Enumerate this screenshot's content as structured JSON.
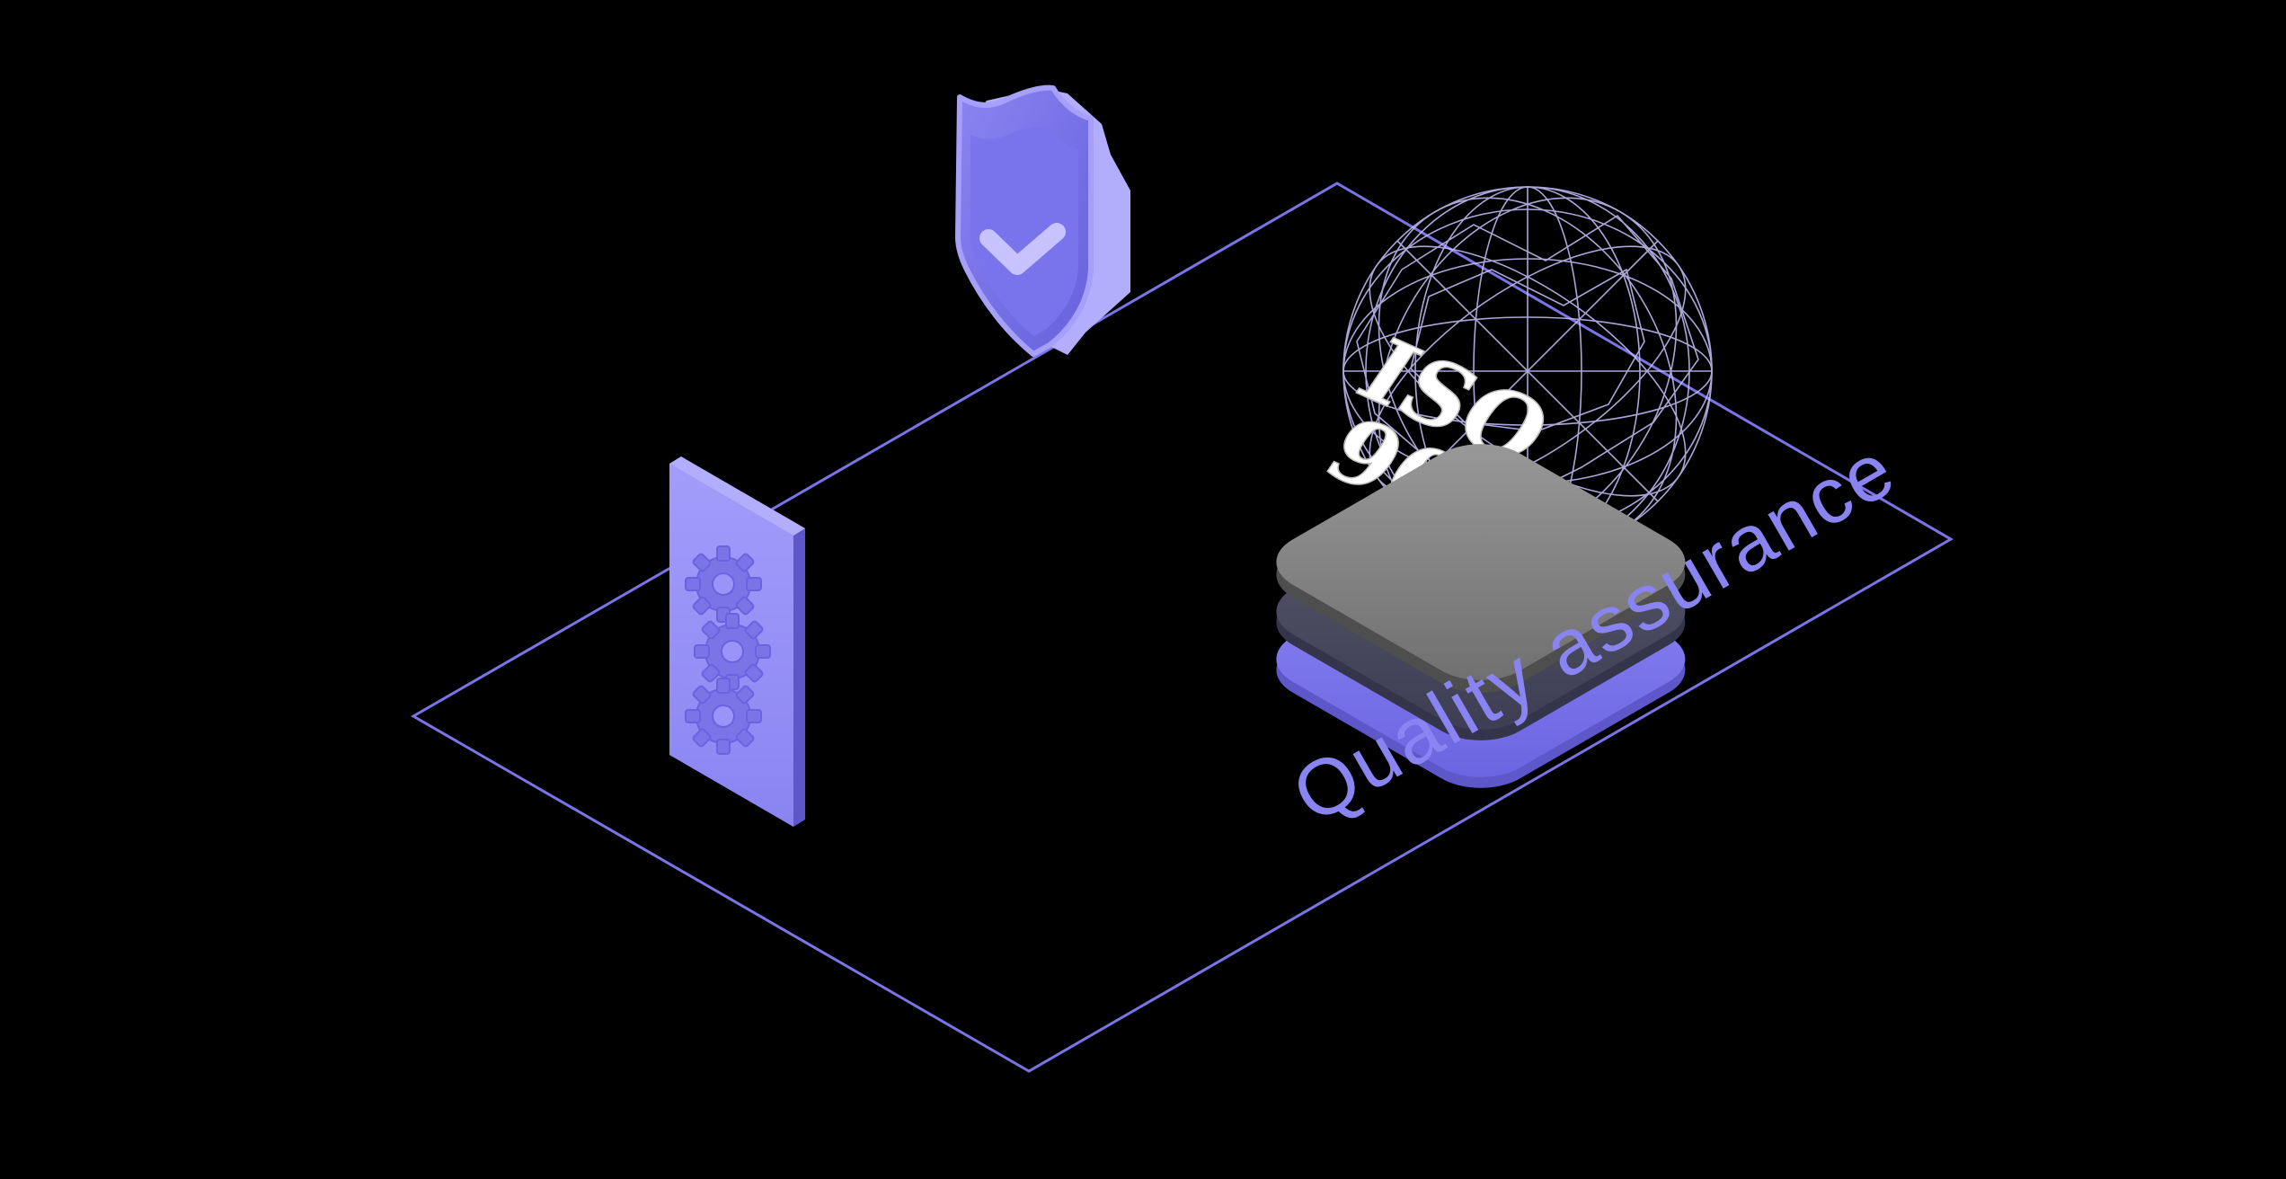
{
  "scene": {
    "caption": "Quality assurance",
    "badge_line1": "ISO",
    "badge_line2": "90001",
    "icons": [
      "shield-check-icon",
      "stacked-layers-icon",
      "gears-panel-icon",
      "wireframe-globe-icon"
    ]
  },
  "colors": {
    "background": "#000000",
    "accent": "#7b74e6",
    "accent_light": "#b3aefc",
    "accent_mid": "#8a84f2",
    "accent_dark": "#5d57c9",
    "layer_gray": "#808080",
    "badge_text": "#ffffff"
  }
}
